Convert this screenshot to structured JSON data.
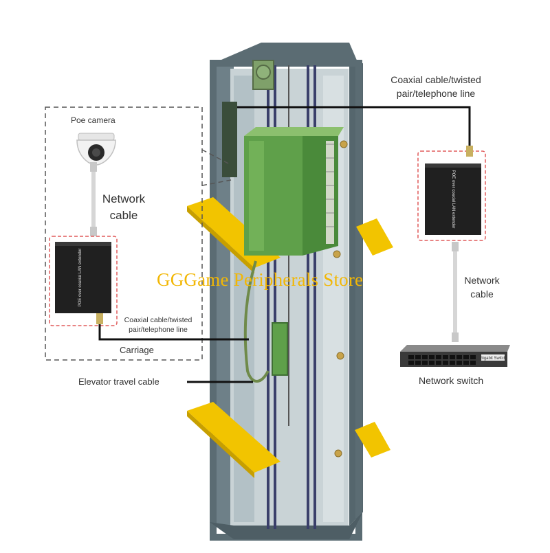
{
  "labels": {
    "poe_camera": "Poe camera",
    "network_cable_left_line1": "Network",
    "network_cable_left_line2": "cable",
    "coax_left_line1": "Coaxial cable/twisted",
    "coax_left_line2": "pair/telephone line",
    "carriage": "Carriage",
    "elevator_travel_cable": "Elevator travel cable",
    "coax_right_line1": "Coaxial cable/twisted",
    "coax_right_line2": "pair/telephone line",
    "network_cable_right_line1": "Network",
    "network_cable_right_line2": "cable",
    "network_switch": "Network switch"
  },
  "watermark": "GGGame Peripherals Store",
  "device_text": {
    "converter": "POE over coaxial LAN extender",
    "switch_badge": "Gigabit Switch"
  },
  "colors": {
    "shaft_wall": "#6e8088",
    "shaft_inner": "#c9d3d6",
    "car_green": "#5fa04a",
    "platform_yellow": "#f2c400",
    "highlight_red": "#e05a5a",
    "watermark": "#f2b705",
    "cable": "#111111"
  }
}
